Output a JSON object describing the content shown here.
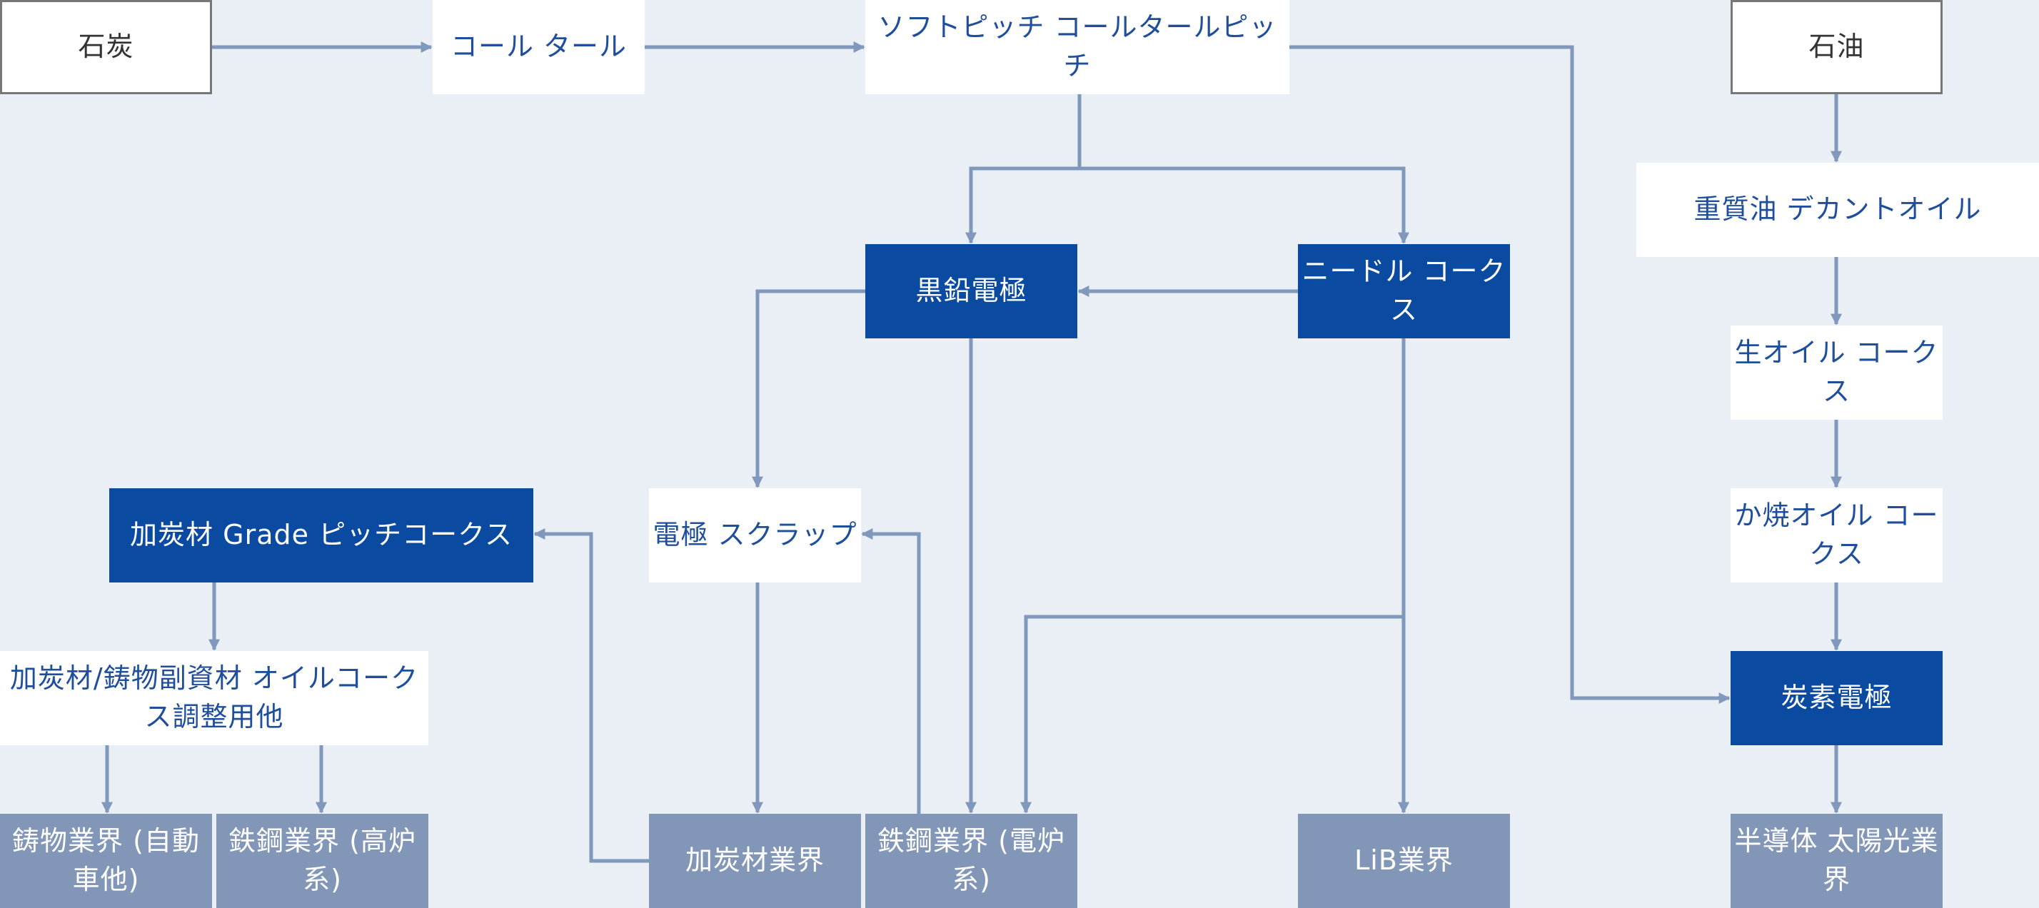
{
  "nodes": {
    "coal": "石炭",
    "coal_tar": [
      "コール",
      "タール"
    ],
    "pitch": [
      "ソフトピッチ",
      "コールタールピッチ"
    ],
    "oil": "石油",
    "heavy_oil": [
      "重質油",
      "デカントオイル"
    ],
    "graphite_electrode": "黒鉛電極",
    "needle_coke": [
      "ニードル",
      "コークス"
    ],
    "raw_oil_coke": [
      "生オイル",
      "コークス"
    ],
    "recarburizer_pitch_coke": [
      "加炭材 Grade",
      "ピッチコークス"
    ],
    "electrode_scrap": [
      "電極",
      "スクラップ"
    ],
    "calcined_oil_coke": [
      "か焼オイル",
      "コークス"
    ],
    "recarburizer_misc": [
      "加炭材/鋳物副資材",
      "オイルコークス調整用他"
    ],
    "carbon_electrode": "炭素電極",
    "foundry_industry": [
      "鋳物業界",
      "(自動車他)"
    ],
    "steel_blast": [
      "鉄鋼業界",
      "(高炉系)"
    ],
    "recarburizer_industry": "加炭材業界",
    "steel_eaf": [
      "鉄鋼業界",
      "(電炉系)"
    ],
    "lib_industry": "LiB業界",
    "semi_solar_industry": [
      "半導体",
      "太陽光業界"
    ]
  },
  "colors": {
    "background": "#eaeff6",
    "arrow": "#7f98bb",
    "product_fill": "#0a4aa0",
    "industry_fill": "#8297b8",
    "intermediate_text": "#1f4e9c",
    "source_border": "#777777"
  }
}
